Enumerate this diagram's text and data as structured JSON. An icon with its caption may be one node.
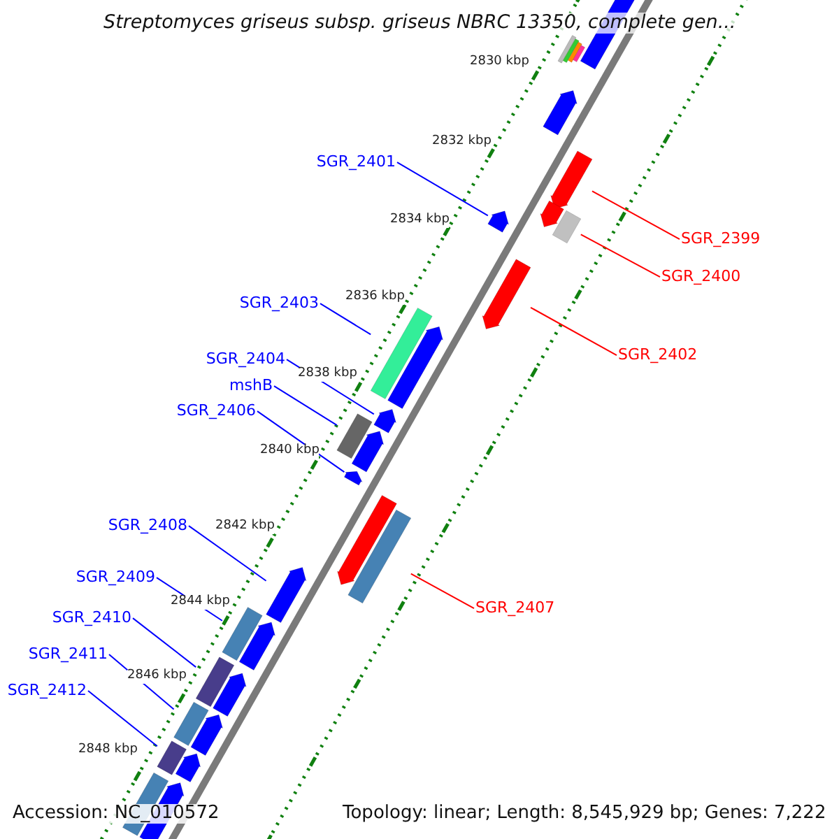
{
  "diagram": {
    "title": "Streptomyces griseus subsp. griseus NBRC 13350, complete gen...",
    "nodes": [
      {
        "text": [
          "SGR_2401"
        ]
      },
      {
        "text": [
          "SGR_2399"
        ]
      },
      {
        "text": [
          "SGR_2400"
        ]
      },
      {
        "text": [
          "SGR_2403"
        ]
      },
      {
        "text": [
          "SGR_2402"
        ]
      },
      {
        "text": [
          "SGR_2404"
        ]
      },
      {
        "text": [
          "mshB"
        ]
      },
      {
        "text": [
          "SGR_2406"
        ]
      },
      {
        "text": [
          "SGR_2408"
        ]
      },
      {
        "text": [
          "SGR_2409"
        ]
      },
      {
        "text": [
          "SGR_2407"
        ]
      },
      {
        "text": [
          "SGR_2410"
        ]
      },
      {
        "text": [
          "SGR_2411"
        ]
      },
      {
        "text": [
          "SGR_2412"
        ]
      },
      {
        "text": [],
        "shape": "bar"
      },
      {
        "text": [],
        "shape": "bar"
      },
      {
        "text": [],
        "shape": "bar"
      },
      {
        "text": [],
        "shape": "bar"
      },
      {
        "text": [],
        "shape": "pentagon"
      },
      {
        "text": [],
        "shape": "pentagon"
      },
      {
        "text": [],
        "shape": "pentagon"
      },
      {
        "text": [],
        "shape": "pentagon"
      },
      {
        "text": [],
        "shape": "pentagon"
      },
      {
        "text": [],
        "shape": "bar"
      },
      {
        "text": [],
        "shape": "pentagon"
      },
      {
        "text": [],
        "shape": "bar"
      },
      {
        "text": [],
        "shape": "pentagon"
      },
      {
        "text": [],
        "shape": "pentagon"
      },
      {
        "text": [],
        "shape": "bar"
      },
      {
        "text": [],
        "shape": "pentagon"
      },
      {
        "text": [],
        "shape": "pentagon"
      },
      {
        "text": [],
        "shape": "pentagon"
      },
      {
        "text": [],
        "shape": "bar"
      },
      {
        "text": [],
        "shape": "pentagon"
      },
      {
        "text": [],
        "shape": "bar"
      },
      {
        "text": [],
        "shape": "pentagon"
      },
      {
        "text": [],
        "shape": "bar"
      },
      {
        "text": [],
        "shape": "pentagon"
      },
      {
        "text": [],
        "shape": "bar"
      },
      {
        "text": [],
        "shape": "pentagon"
      },
      {
        "text": [],
        "shape": "bar"
      },
      {
        "text": [],
        "shape": "pentagon"
      },
      {
        "text": [],
        "shape": "bar"
      },
      {
        "text": [],
        "shape": "pentagon"
      }
    ],
    "edges": [
      {
        "from": 0,
        "to": 22,
        "arrow": "none"
      },
      {
        "from": 1,
        "to": 20,
        "arrow": "none",
        "color": "#ff0000"
      },
      {
        "from": 2,
        "to": 23,
        "arrow": "none",
        "color": "#ff0000"
      },
      {
        "from": 3,
        "to": 25,
        "arrow": "none"
      },
      {
        "from": 4,
        "to": 24,
        "arrow": "none",
        "color": "#ff0000"
      },
      {
        "from": 5,
        "to": 27,
        "arrow": "none"
      },
      {
        "from": 6,
        "to": 28,
        "arrow": "none"
      },
      {
        "from": 7,
        "to": 30,
        "arrow": "none"
      },
      {
        "from": 8,
        "to": 33,
        "arrow": "none"
      },
      {
        "from": 9,
        "to": 34,
        "arrow": "none"
      },
      {
        "from": 10,
        "to": 32,
        "arrow": "none",
        "color": "#ff0000"
      },
      {
        "from": 11,
        "to": 36,
        "arrow": "none"
      },
      {
        "from": 12,
        "to": 38,
        "arrow": "none"
      },
      {
        "from": 13,
        "to": 40,
        "arrow": "none"
      }
    ],
    "labels": [
      "2830 kbp",
      "2832 kbp",
      "2834 kbp",
      "2836 kbp",
      "2838 kbp",
      "2840 kbp",
      "2842 kbp",
      "2844 kbp",
      "2846 kbp",
      "2848 kbp",
      "Accession: NC_010572",
      "Topology: linear; Length: 8,545,929 bp; Genes: 7,222"
    ]
  }
}
